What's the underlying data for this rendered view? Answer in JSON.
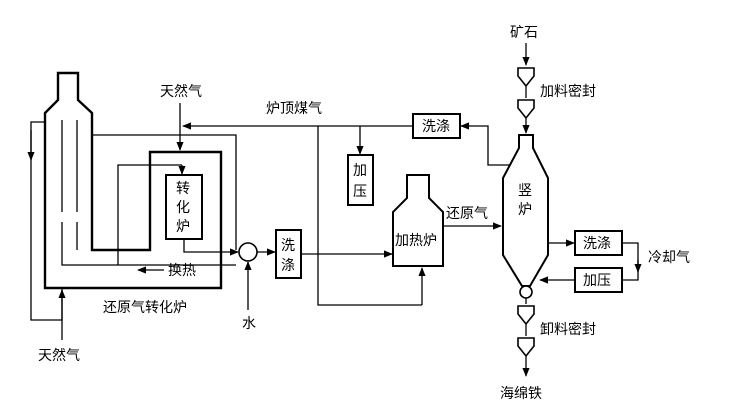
{
  "labels": {
    "ore": "矿石",
    "feed_seal": "加料密封",
    "top_gas": "炉顶煤气",
    "natural_gas_top": "天然气",
    "wash_top": "洗涤",
    "pressurize_top": [
      "加",
      "压"
    ],
    "reformer": [
      "转",
      "化",
      "炉"
    ],
    "shaft": [
      "竖",
      "炉"
    ],
    "heater": "加热炉",
    "reducing_gas": "还原气",
    "wash_mid": [
      "洗",
      "涤"
    ],
    "heat_exchange": "换热",
    "water": "水",
    "reformer_furnace": "还原气转化炉",
    "natural_gas_bottom": "天然气",
    "wash_right": "洗涤",
    "pressurize_right": "加压",
    "cooling_gas": "冷却气",
    "discharge_seal": "卸料密封",
    "sponge_iron": "海绵铁"
  }
}
